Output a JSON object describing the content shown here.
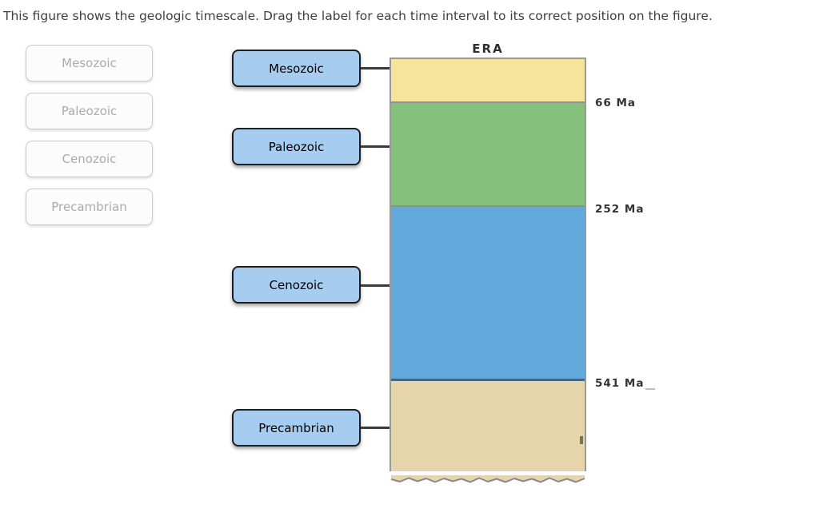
{
  "instruction": "This figure shows the geologic timescale. Drag the label for each time interval to its correct position on the figure.",
  "bank": {
    "items": [
      {
        "label": "Mesozoic"
      },
      {
        "label": "Paleozoic"
      },
      {
        "label": "Cenozoic"
      },
      {
        "label": "Precambrian"
      }
    ]
  },
  "placed": {
    "items": [
      {
        "label": "Mesozoic"
      },
      {
        "label": "Paleozoic"
      },
      {
        "label": "Cenozoic"
      },
      {
        "label": "Precambrian"
      }
    ]
  },
  "figure": {
    "axis_title": "ERA",
    "bands": [
      {
        "name": "top band (labeled Mesozoic)",
        "color": "#f7e49b"
      },
      {
        "name": "second band (labeled Paleozoic)",
        "color": "#86c07d"
      },
      {
        "name": "third band (labeled Cenozoic)",
        "color": "#62aadc"
      },
      {
        "name": "bottom band (labeled Precambrian)",
        "color": "#e6d4aa"
      }
    ],
    "boundary_labels": [
      "66 Ma",
      "252 Ma",
      "541 Ma"
    ]
  },
  "colors": {
    "placed_label_bg": "#a6cdf0",
    "placed_label_border": "#1f1f1f",
    "bank_box_bg": "#fcfcfc",
    "bank_box_border": "#c9c9c9",
    "bank_text": "#ababab",
    "column_border": "#999999",
    "band_separator": "#8a9199",
    "leader_line": "#3a3a3a",
    "age_text": "#333333"
  }
}
